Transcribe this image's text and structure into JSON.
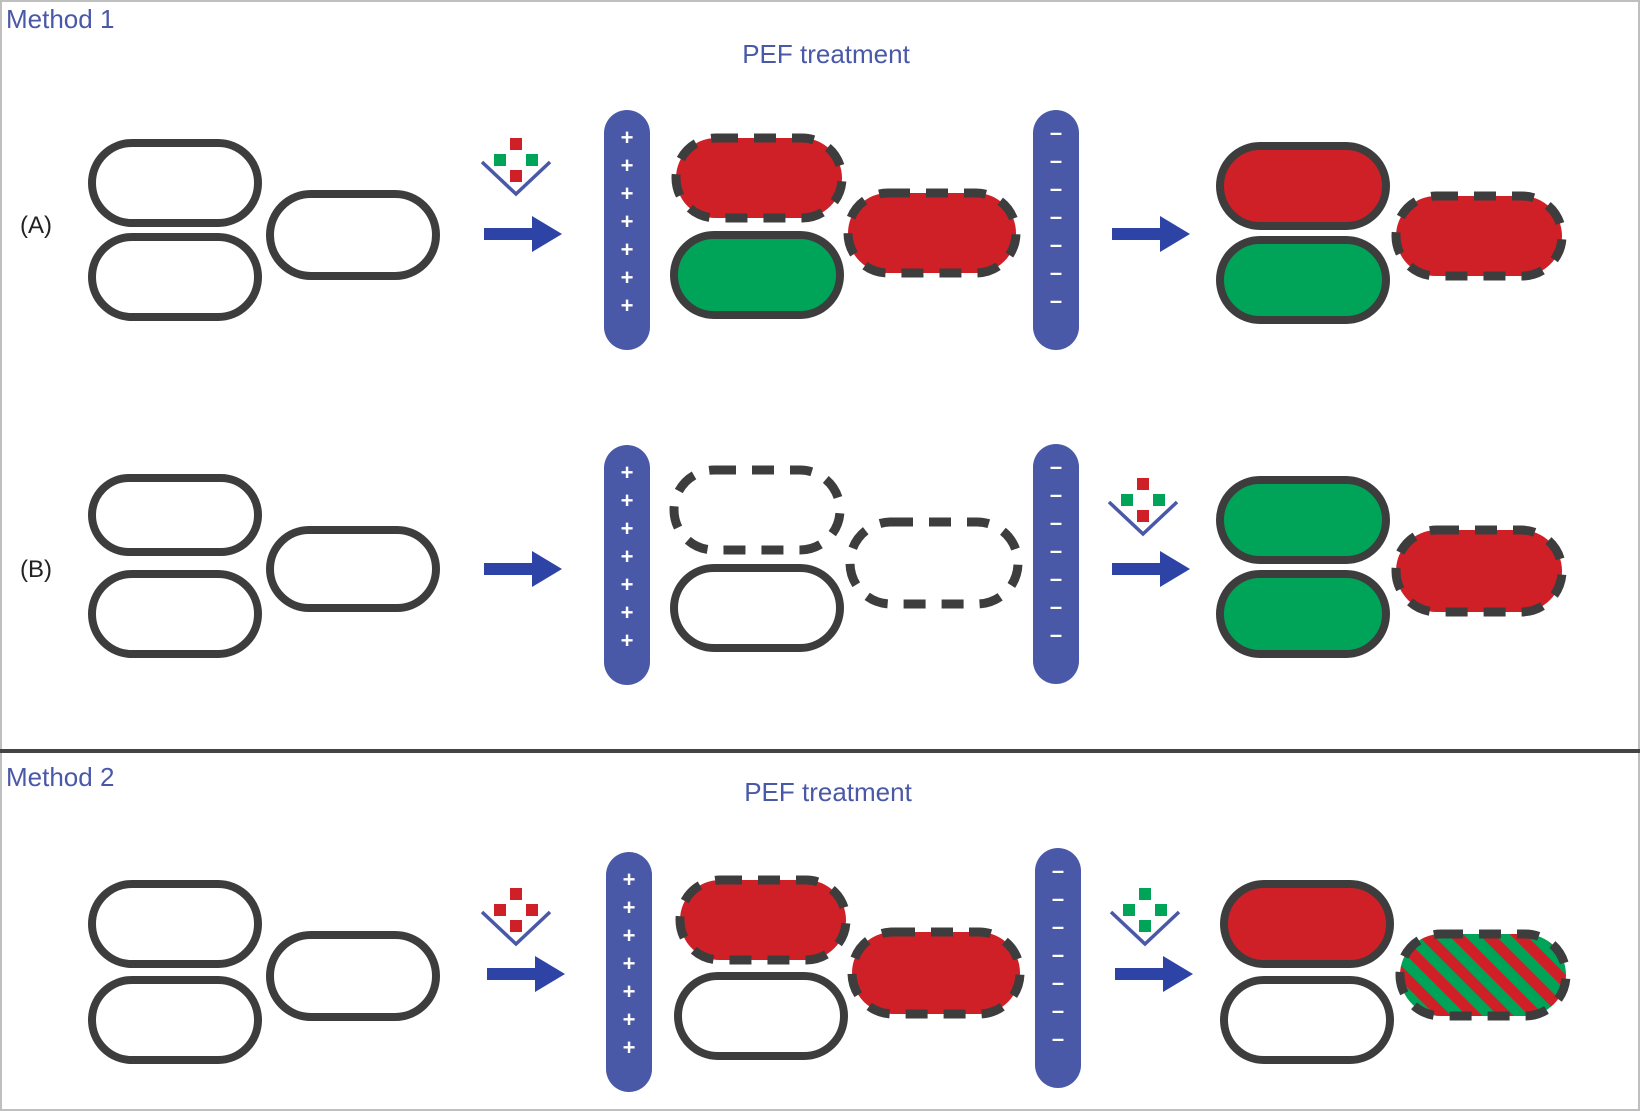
{
  "panels": [
    {
      "title": "Method 1",
      "header": "PEF treatment",
      "rows": [
        {
          "label": "(A)"
        },
        {
          "label": "(B)"
        }
      ]
    },
    {
      "title": "Method 2",
      "header": "PEF treatment",
      "rows": [
        {
          "label": ""
        }
      ]
    }
  ],
  "electrodes": {
    "positive_sign": "+",
    "negative_sign": "–",
    "signs_per_electrode": 7
  },
  "colors": {
    "accent_blue": "#4a58a8",
    "arrow_blue": "#2d43a5",
    "cell_outline": "#3d3d3d",
    "stain_red": "#cf2027",
    "stain_green": "#00a459",
    "divider": "#444444"
  },
  "icons": [
    "stain-dispenser-icon",
    "arrow-right-icon",
    "positive-electrode-icon",
    "negative-electrode-icon",
    "bacterial-cell-icon"
  ]
}
